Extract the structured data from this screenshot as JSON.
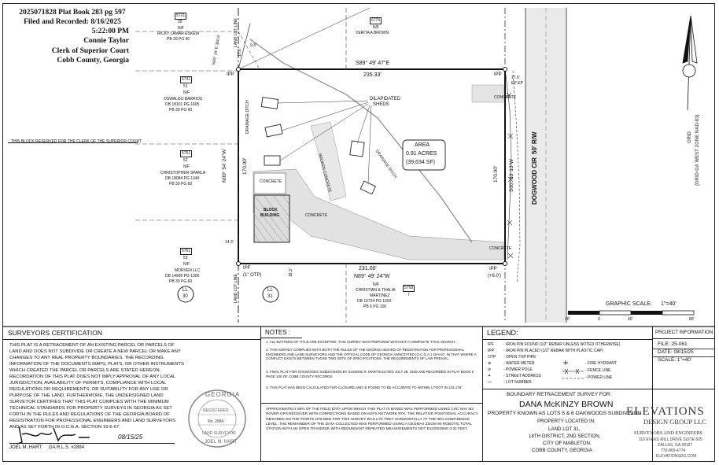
{
  "recording": {
    "line1": "2025071828 Plat Book 283 pg 597",
    "line2": "Filed and Recorded: 8/16/2025",
    "line3": "5:22:00 PM",
    "line4": "Connie Taylor",
    "line5": "Clerk of Superior Court",
    "line6": "Cobb County, Georgia",
    "reserved": "THIS BLOCK RESERVED FOR THE CLERK OF THE SUPERIOR COURT"
  },
  "parcels": {
    "eskew": {
      "num": "5721",
      "zone": "30",
      "nf": "N/F",
      "name": "RICKY LAMAR ESKEW",
      "deed": "PB 39 PG 60"
    },
    "brown": {
      "num": "6775",
      "nf": "N/F",
      "name": "VERITA A BROWN"
    },
    "barrios": {
      "num": "5741",
      "zone": "51",
      "nf": "N/F",
      "name": "OSWALDO BARRIOS",
      "deed": "DB 18101 PG 1605",
      "pb": "PB 39 PG 60"
    },
    "sparla": {
      "num": "5751",
      "zone": "52",
      "nf": "N/F",
      "name": "CHRISTOPHER SPARLA",
      "deed": "DB 18084 PG 1349",
      "pb": "PB 39 PG 60"
    },
    "morven": {
      "num": "5761",
      "zone": "53",
      "nf": "N/F",
      "name": "MORVEN LLC",
      "deed": "DB 14996 PG 1306",
      "pb": "PB 39 PG 60"
    },
    "martinez": {
      "nf": "N/F",
      "name": "CHRISTIAN & THALIA",
      "name2": "MARTINEZ",
      "num": "5758",
      "zone": "7",
      "deed": "DB 15724 PG 1659",
      "pb": "PB 6 PG 100"
    }
  },
  "plat": {
    "north_bearing": "S89° 49' 47\"E",
    "north_dist": "235.33'",
    "south_bearing": "N89° 49' 24\"W",
    "south_dist": "231.00'",
    "west_label": "N00° 54' 24\"W",
    "west_dist": "170.00'",
    "east_label": "S00° 33' 13\"W",
    "east_dist": "170.00'",
    "area_label": "AREA",
    "area_acres": "0.91 ACRES",
    "area_sf": "(39,634 SF)",
    "ipp": "IPP",
    "ipf": "IPF",
    "otp": "(1\" OTP)",
    "ipp_6": "(+6.0')",
    "sheds": "DILAPIDATED",
    "sheds2": "SHEDS",
    "drainage": "DRAINAGE DITCH",
    "drainage2": "DRAINAGE DITCH",
    "broken": "BROKEN CONCRETE",
    "concrete": "CONCRETE",
    "block": "BLOCK",
    "building": "BUILDING",
    "road": "DOGWOOD CIR",
    "row": "50' R/W",
    "ll30": "LL",
    "ll30n": "30",
    "ll31": "LL",
    "ll31n": "31",
    "ll_line": "LAND LOT LINE",
    "ll_line2": "LAND LOT LINE",
    "tie_note": "N05° 24' E 360.5'",
    "dist_14": "14.3'",
    "dist_18": "18.3'",
    "dist_9": "9.3'",
    "dist_17": "17.6'",
    "ep_ep": "17.6'",
    "ep_label": "EP-EP",
    "grid": "GRID",
    "grid_zone": "(GRID-GA WEST ZONE NAD-83)"
  },
  "scale": {
    "label": "GRAPHIC SCALE:",
    "value": "1\"=40'",
    "ticks": [
      "40'",
      "0",
      "40'",
      "80'"
    ]
  },
  "certification": {
    "title": "SURVEYORS CERTIFICATION",
    "text": "THIS PLAT IS A RETRACEMENT OF AN EXISTING PARCEL OR PARCELS OF LAND AND DOES NOT SUBDIVIDE OR CREATE A NEW PARCEL OR MAKE ANY CHANGES TO ANY REAL PROPERTY BOUNDARIES. THE RECORDING INFORMATION OF THE DOCUMENTS MAPS, PLATS, OR OTHER INSTRUMENTS WHICH CREATED THE PARCEL OR PARCELS ARE STATED HEREON. RECORDATION OF THIS PLAT DOES NOT IMPLY APPROVAL OF ANY LOCAL JURISDICTION, AVAILABILITY OF PERMITS, COMPLIANCE WITH LOCAL REGULATIONS OR REQUIREMENTS, OR SUITABILITY FOR ANY USE OR PURPOSE OF THE LAND. FURTHERMORE, THE UNDERSIGNED LAND SURVEYOR CERTIFIES THAT THIS PLAT COMPLIES WITH THE MINIMUM TECHNICAL STANDARDS FOR PROPERTY SURVEYS IN GEORGIA AS SET FORTH IN THE RULES AND REGULATIONS OF THE GEORGIA BOARD OF REGISTRATION FOR PROFESSIONAL ENGINEERS AND LAND SURVEYORS AND AS SET FORTH IN O.C.G.A. SECTION 15-6-67.",
    "signer": "JOEL M. HART",
    "rls": "GA R.L.S. #2884",
    "date": "08/15/25"
  },
  "seal": {
    "top": "GEORGIA",
    "registered": "REGISTERED",
    "no": "No. 2884",
    "bottom": "LAND SURVEYOR",
    "name": "JOEL M. HART"
  },
  "notes": {
    "title": "NOTES :",
    "items": [
      "1.   ALL MATTERS OF TITLE ARE EXCEPTED. THIS SURVEY WAS PREPARED WITHOUT A COMPLETE TITLE SEARCH.",
      "2.   THIS SURVEY COMPLIES WITH BOTH THE RULES OF THE GEORGIA BOARD OF REGISTRATION FOR PROFESSIONAL ENGINEERS AND LAND SURVEYORS AND THE OFFICIAL CODE OF GEORGIA ANNOTATED (O.C.G.A.) 15-6-67, IN THAT WHERE A CONFLICT EXISTS BETWEEN THOSE TWO SETS OF SPECIFICATIONS, THE REQUIREMENTS OF LAW PREVAIL.",
      "3.   FINAL PLAT FOR OAKWOODS SUBDIVISION BY EUGENE R. MARTIN DATED JULY 28, 1946 AND RECORDED IN PLAT BOOK 6 PAGE 100 OF COBB COUNTY RECORDS.",
      "4.   THIS PLAT HAS BEEN CALCULATED FOR CLOSURE AND IS FOUND TO BE ACCURATE TO WITHIN 1 FOOT IN 243,178'."
    ],
    "accuracy": "APPROXIMATELY 80% OF THE FIELD DATA UPON WHICH THIS PLAT IS BASED WAS PERFORMED USING CHC NAV I83 ROVER GPS RECEIVER WITH CORRECTIONS BASED ON eGPS NETWORK RTK. THE RELATIVE POSITIONAL ACCURACY OBTAINED ON THE POINTS UTILIZED FOR THIS SURVEY WAS 0.07 FEET HORIZONTALLY AT THE 95% CONFIDENCE LEVEL. THE REMAINDER OF THE DATA COLLECTED WAS PERFORMED USING A GEOMAX ZOOM 90 ROBOTIC TOTAL STATION WITH AN OPEN TRAVERSE WITH REDUNDANT REPEATED MEASUREMENTS NOT EXCEEDING 0.02 FEET."
  },
  "legend": {
    "title": "LEGEND:",
    "items": [
      {
        "code": "IPF",
        "text": "- IRON PIN FOUND (1/2\" REBAR UNLESS NOTED OTHERWISE)"
      },
      {
        "code": "IPP",
        "text": "- IRON PIN PLACED (1/2\" REBAR WITH PLASTIC CAP)"
      },
      {
        "code": "OTP",
        "text": "- OPEN TOP PIPE"
      },
      {
        "code": "⊕",
        "text": "- WATER METER"
      },
      {
        "code": "⊘",
        "text": "- POWER POLE"
      },
      {
        "code": "✦",
        "text": "- STREET ADDRESS"
      },
      {
        "code": "▭",
        "text": "- LOT NUMBER"
      }
    ],
    "right": [
      "- FIRE HYDRANT",
      "- FENCE LINE",
      "- POWER LINE"
    ]
  },
  "title_block": {
    "line1": "BOUNDARY RETRACEMENT SURVEY FOR:",
    "line2": "DANA McKINZY BROWN",
    "line3": "PROPERTY KNOWN AS LOTS 5 & 6 OAKWOODS SUBDIVISION",
    "line4": "PROPERTY LOCATED IN:",
    "line5": "LAND LOT 31,",
    "line6": "18TH DISTRICT, 2ND SECTION,",
    "line7": "CITY OF MABLETON,",
    "line8": "COBB COUNTY, GEORGIA"
  },
  "project": {
    "title": "PROJECT INFORMATION",
    "file": "FILE: 25-061",
    "date": "DATE: 08/15/25",
    "scale": "SCALE: 1\"=40'"
  },
  "company": {
    "name": "ELEVATIONS",
    "sub": "DESIGN GROUP LLC",
    "tag": "SURVEYORS AND ENGINEERS",
    "addr": "110 EVANS MILL DRIVE SUITE 605",
    "city": "DALLAS, GA 30157",
    "phone": "770-865-4774",
    "web": "ELEVATIONSDG.COM"
  }
}
